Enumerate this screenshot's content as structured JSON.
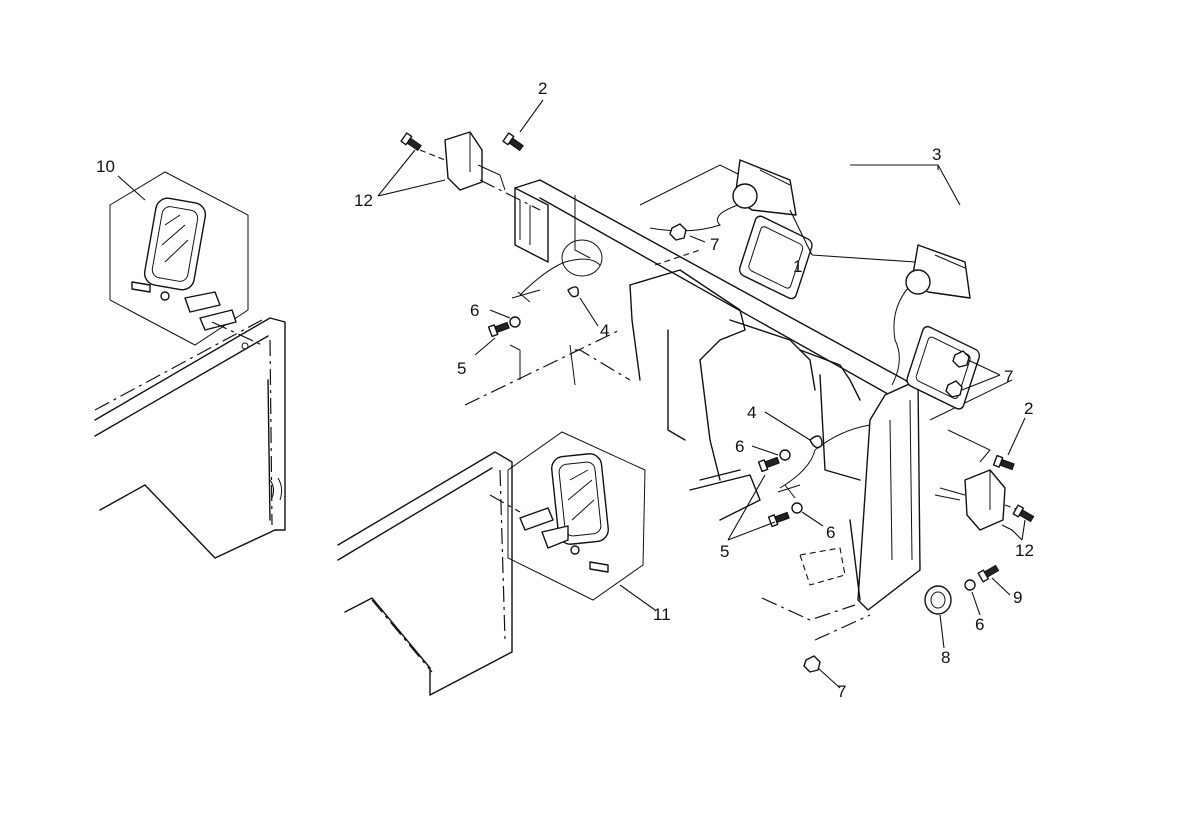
{
  "callouts": [
    {
      "id": "c10",
      "text": "10"
    },
    {
      "id": "c12a",
      "text": "12"
    },
    {
      "id": "c2a",
      "text": "2"
    },
    {
      "id": "c3",
      "text": "3"
    },
    {
      "id": "c7a",
      "text": "7"
    },
    {
      "id": "c1",
      "text": "1"
    },
    {
      "id": "c6a",
      "text": "6"
    },
    {
      "id": "c4a",
      "text": "4"
    },
    {
      "id": "c5a",
      "text": "5"
    },
    {
      "id": "c7b",
      "text": "7"
    },
    {
      "id": "c4b",
      "text": "4"
    },
    {
      "id": "c6b",
      "text": "6"
    },
    {
      "id": "c2b",
      "text": "2"
    },
    {
      "id": "c5b",
      "text": "5"
    },
    {
      "id": "c6c",
      "text": "6"
    },
    {
      "id": "c12b",
      "text": "12"
    },
    {
      "id": "c9",
      "text": "9"
    },
    {
      "id": "c6d",
      "text": "6"
    },
    {
      "id": "c11",
      "text": "11"
    },
    {
      "id": "c8",
      "text": "8"
    },
    {
      "id": "c7c",
      "text": "7"
    }
  ]
}
